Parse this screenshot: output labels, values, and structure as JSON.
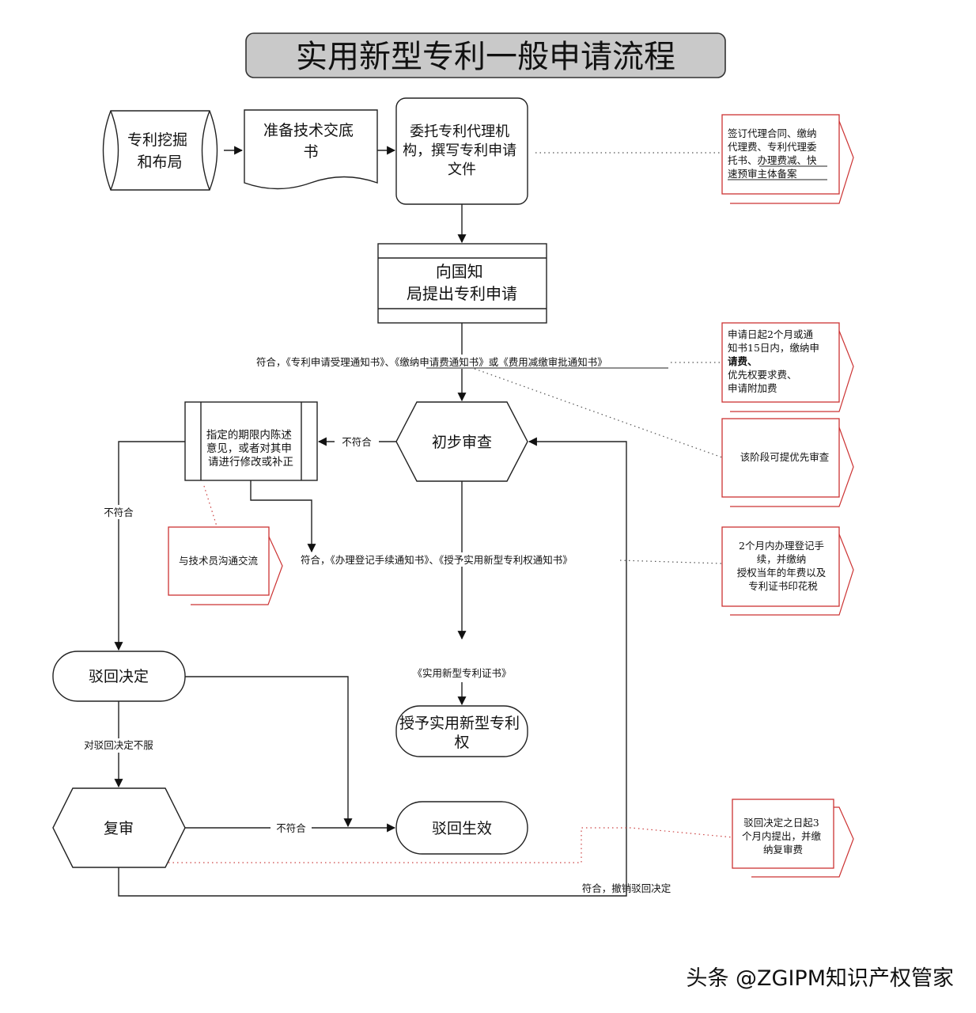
{
  "title": "实用新型专利一般申请流程",
  "nodes": {
    "patent_mining": [
      "专利挖掘",
      "和布局"
    ],
    "prepare_disclosure": [
      "准备技术交底",
      "书"
    ],
    "entrust_agency": [
      "委托专利代理机",
      "构，撰写专利申请",
      "文件"
    ],
    "file_application": [
      "向国知",
      "局提出专利申请"
    ],
    "preliminary_exam": "初步审查",
    "statement_correction": [
      "指定的期限内陈述",
      "意见，或者对其申",
      "请进行修改或补正"
    ],
    "rejection_decision": "驳回决定",
    "grant_right": [
      "授予实用新型专利",
      "权"
    ],
    "reexamination": "复审",
    "rejection_effective": "驳回生效"
  },
  "notes": {
    "agency_contract": [
      "签订代理合同、缴纳",
      "代理费、专利代理委",
      "托书、办理费减、快",
      "速预审主体备案"
    ],
    "application_fee": [
      "申请日起2个月或通",
      "知书15日内，缴纳申",
      "请费、",
      "优先权要求费、",
      "申请附加费"
    ],
    "priority_exam": "该阶段可提优先审查",
    "communicate": "与技术员沟通交流",
    "registration_fee": [
      "2个月内办理登记手",
      "续，并缴纳",
      "授权当年的年费以及",
      "专利证书印花税"
    ],
    "reexam_fee": [
      "驳回决定之日起3",
      "个月内提出，并缴",
      "纳复审费"
    ]
  },
  "labels": {
    "accept_notice": "符合，《专利申请受理通知书》、《缴纳申请费通知书》或《费用减缴审批通知书》",
    "not_comply_1": "不符合",
    "not_comply_2": "不符合",
    "not_comply_3": "不符合",
    "grant_notice": "符合，《办理登记手续通知书》、《授予实用新型专利权通知书》",
    "certificate": "《实用新型专利证书》",
    "disagree_rejection": "对驳回决定不服",
    "revoke_rejection": "符合，撤销驳回决定"
  },
  "watermark": "头条 @ZGIPM知识产权管家"
}
